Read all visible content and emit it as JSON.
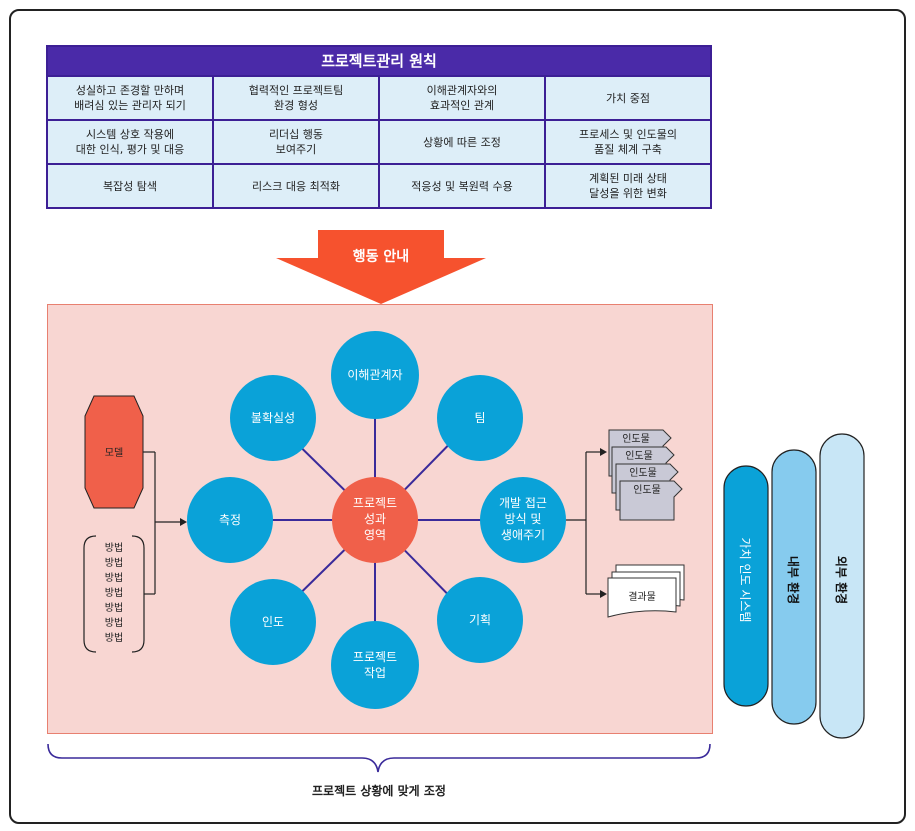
{
  "principles": {
    "title": "프로젝트관리 원칙",
    "cells": [
      "성실하고 존경할 만하며\n배려심 있는 관리자 되기",
      "협력적인 프로젝트팀\n환경 형성",
      "이해관계자와의\n효과적인 관계",
      "가치 중점",
      "시스템 상호 작용에\n대한 인식, 평가 및 대응",
      "리더십 행동\n보여주기",
      "상황에 따른 조정",
      "프로세스 및 인도물의\n품질 체계 구축",
      "복잡성 탐색",
      "리스크 대응 최적화",
      "적응성 및 복원력 수용",
      "계획된 미래 상태\n달성을 위한 변화"
    ]
  },
  "arrow_label": "행동 안내",
  "performance": {
    "center": [
      "프로젝트",
      "성과",
      "영역"
    ],
    "stakeholders": "이해관계자",
    "team": "팀",
    "approach": [
      "개발 접근",
      "방식 및",
      "생애주기"
    ],
    "planning": "기획",
    "work": [
      "프로젝트",
      "작업"
    ],
    "delivery": "인도",
    "measurement": "측정",
    "uncertainty": "불확실성"
  },
  "model_label": "모델",
  "methods": [
    "방법",
    "방법",
    "방법",
    "방법",
    "방법",
    "방법",
    "방법"
  ],
  "deliverables": [
    "인도물",
    "인도물",
    "인도물",
    "인도물"
  ],
  "outcomes": "결과물",
  "systems": {
    "value_delivery": "가치 인도 시스템",
    "internal": "내부 환경",
    "external": "외부 환경"
  },
  "bottom_caption": "프로젝트 상황에 맞게 조정",
  "colors": {
    "circle": "#0aa2d8",
    "center": "#f0604a",
    "header": "#4a2aa8",
    "arrow": "#f6522e",
    "panel": "#f8d6d2"
  }
}
